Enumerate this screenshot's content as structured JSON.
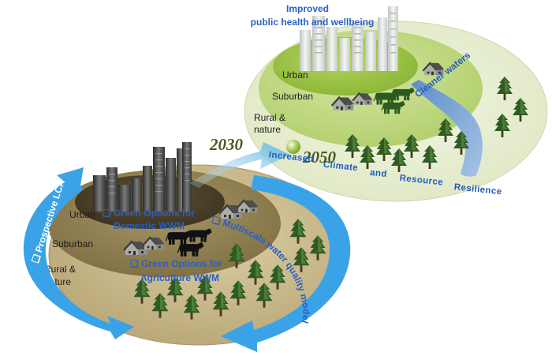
{
  "future_scenario": {
    "benefit": [
      "Improved",
      "public health and wellbeing"
    ],
    "zones": {
      "urban": "Urban",
      "suburban": "Suburban",
      "rural": [
        "Rural &",
        "nature"
      ]
    },
    "river_label": "Cleaner   waters"
  },
  "present_scenario": {
    "zones": {
      "urban": "Urban",
      "suburban": "Suburban",
      "rural": [
        "Rural &",
        "nature"
      ]
    },
    "options": {
      "domestic": [
        "❑ Green Options for",
        "Domestic WWM"
      ],
      "agriculture": [
        "❑ Green Options for",
        "Agriculture WWM"
      ]
    }
  },
  "timeline": {
    "start_year": "2030",
    "end_year": "2050"
  },
  "resilience": [
    "Increased",
    "Climate",
    "and",
    "Resource",
    "Resilience"
  ],
  "cycle_labels": {
    "left_arrow": "❑ Prospective LCA",
    "right_arrow": "❑ Multiscale water quality model"
  },
  "colors": {
    "arrow_blue": "#3aa3e8",
    "text_blue": "#2a5fc4",
    "urban_dark": "#4c4128",
    "suburban_mid": "#8c7c4a",
    "rural_light": "#cdbf92",
    "future_urban": "#a4c84a",
    "future_suburban": "#c6dc8c",
    "future_rural": "#e6eed0"
  }
}
